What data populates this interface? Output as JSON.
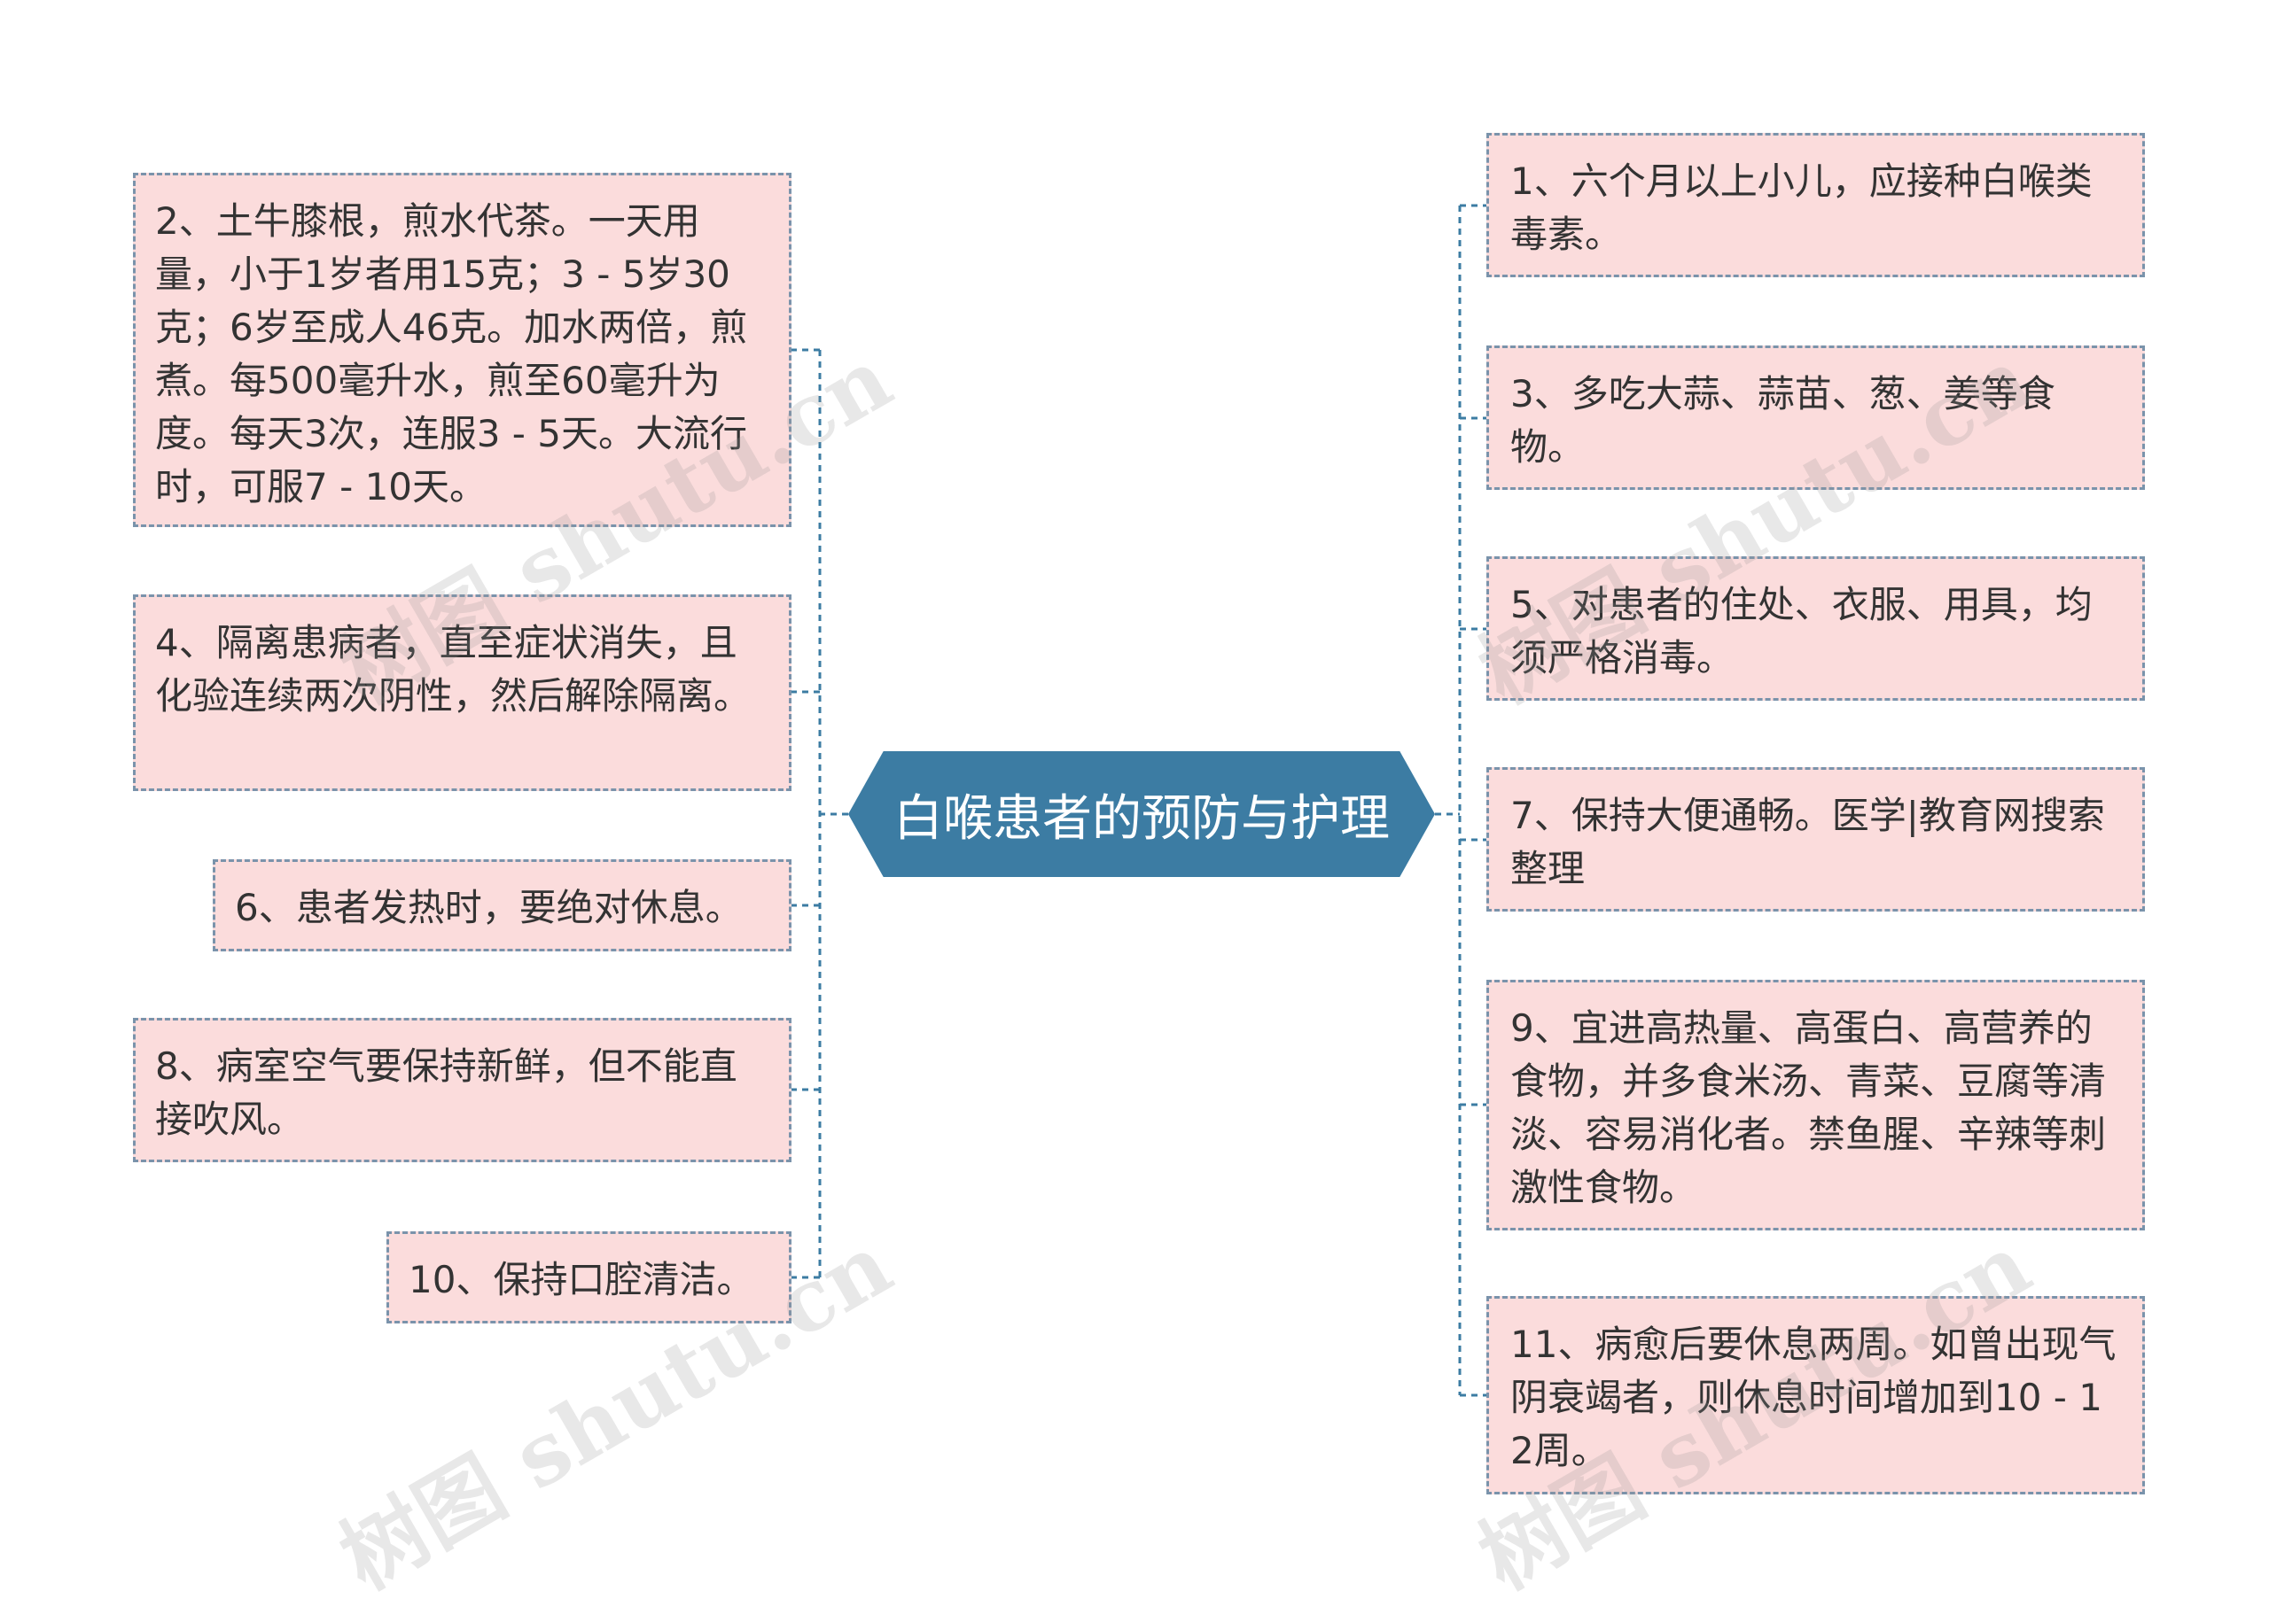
{
  "center": {
    "title": "白喉患者的预防与护理"
  },
  "left_nodes": [
    {
      "text": "2、土牛膝根，煎水代茶。一天用量，小于1岁者用15克；3 - 5岁30克；6岁至成人46克。加水两倍，煎煮。每500毫升水，煎至60毫升为度。每天3次，连服3 - 5天。大流行时，可服7 - 10天。"
    },
    {
      "text": "4、隔离患病者，直至症状消失，且化验连续两次阴性，然后解除隔离。"
    },
    {
      "text": "6、患者发热时，要绝对休息。"
    },
    {
      "text": "8、病室空气要保持新鲜，但不能直接吹风。"
    },
    {
      "text": "10、保持口腔清洁。"
    }
  ],
  "right_nodes": [
    {
      "text": "1、六个月以上小儿，应接种白喉类毒素。"
    },
    {
      "text": "3、多吃大蒜、蒜苗、葱、姜等食物。"
    },
    {
      "text": "5、对患者的住处、衣服、用具，均须严格消毒。"
    },
    {
      "text": "7、保持大便通畅。医学|教育网搜索整理"
    },
    {
      "text": "9、宜进高热量、高蛋白、高营养的食物，并多食米汤、青菜、豆腐等清淡、容易消化者。禁鱼腥、辛辣等刺激性食物。"
    },
    {
      "text": "11、病愈后要休息两周。如曾出现气阴衰竭者，则休息时间增加到10 - 12周。"
    }
  ],
  "watermark": {
    "text": "树图 shutu.cn"
  },
  "colors": {
    "node_fill": "#fbdcdc",
    "node_border": "#7a93ab",
    "center_fill": "#3c7ca3",
    "connector": "#3c7ca3"
  }
}
